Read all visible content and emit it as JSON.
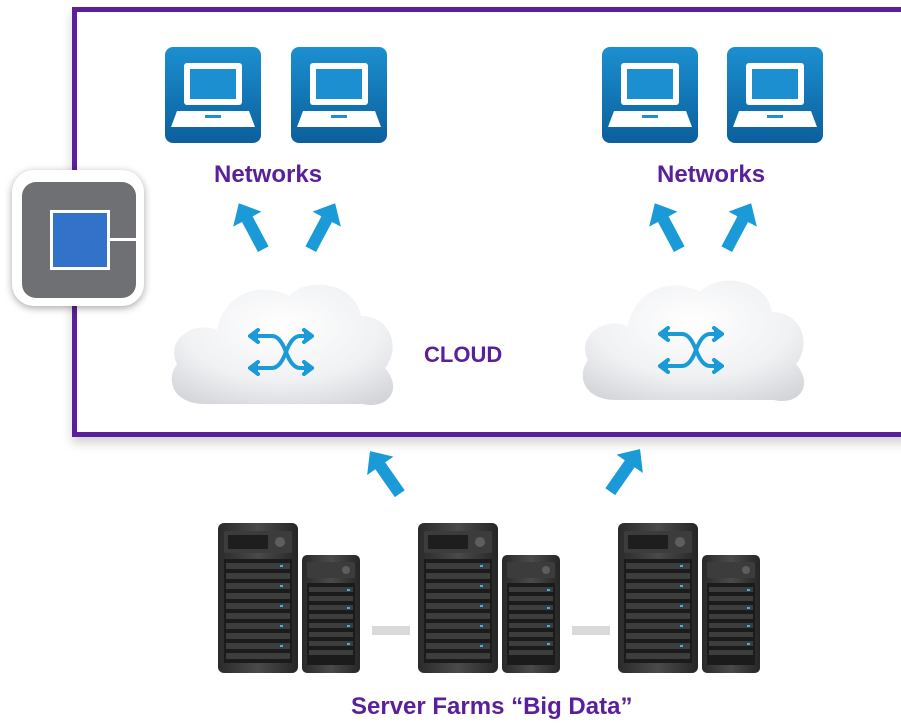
{
  "labels": {
    "networks_left": "Networks",
    "networks_right": "Networks",
    "cloud": "CLOUD",
    "server_farms": "Server Farms “Big Data”"
  },
  "icons": {
    "laptop": "laptop-icon",
    "cloud": "cloud-icon",
    "switch": "switch-arrows-icon",
    "arrow": "arrow-icon",
    "server": "server-rack-icon",
    "app": "app-window-icon"
  },
  "colors": {
    "frame": "#5a1f9a",
    "text": "#5a1f9a",
    "accent_blue": "#1a9ad6",
    "laptop_bg": "#0e6aa8",
    "app_icon_gray": "#6f7073",
    "app_icon_blue": "#3273c9"
  }
}
